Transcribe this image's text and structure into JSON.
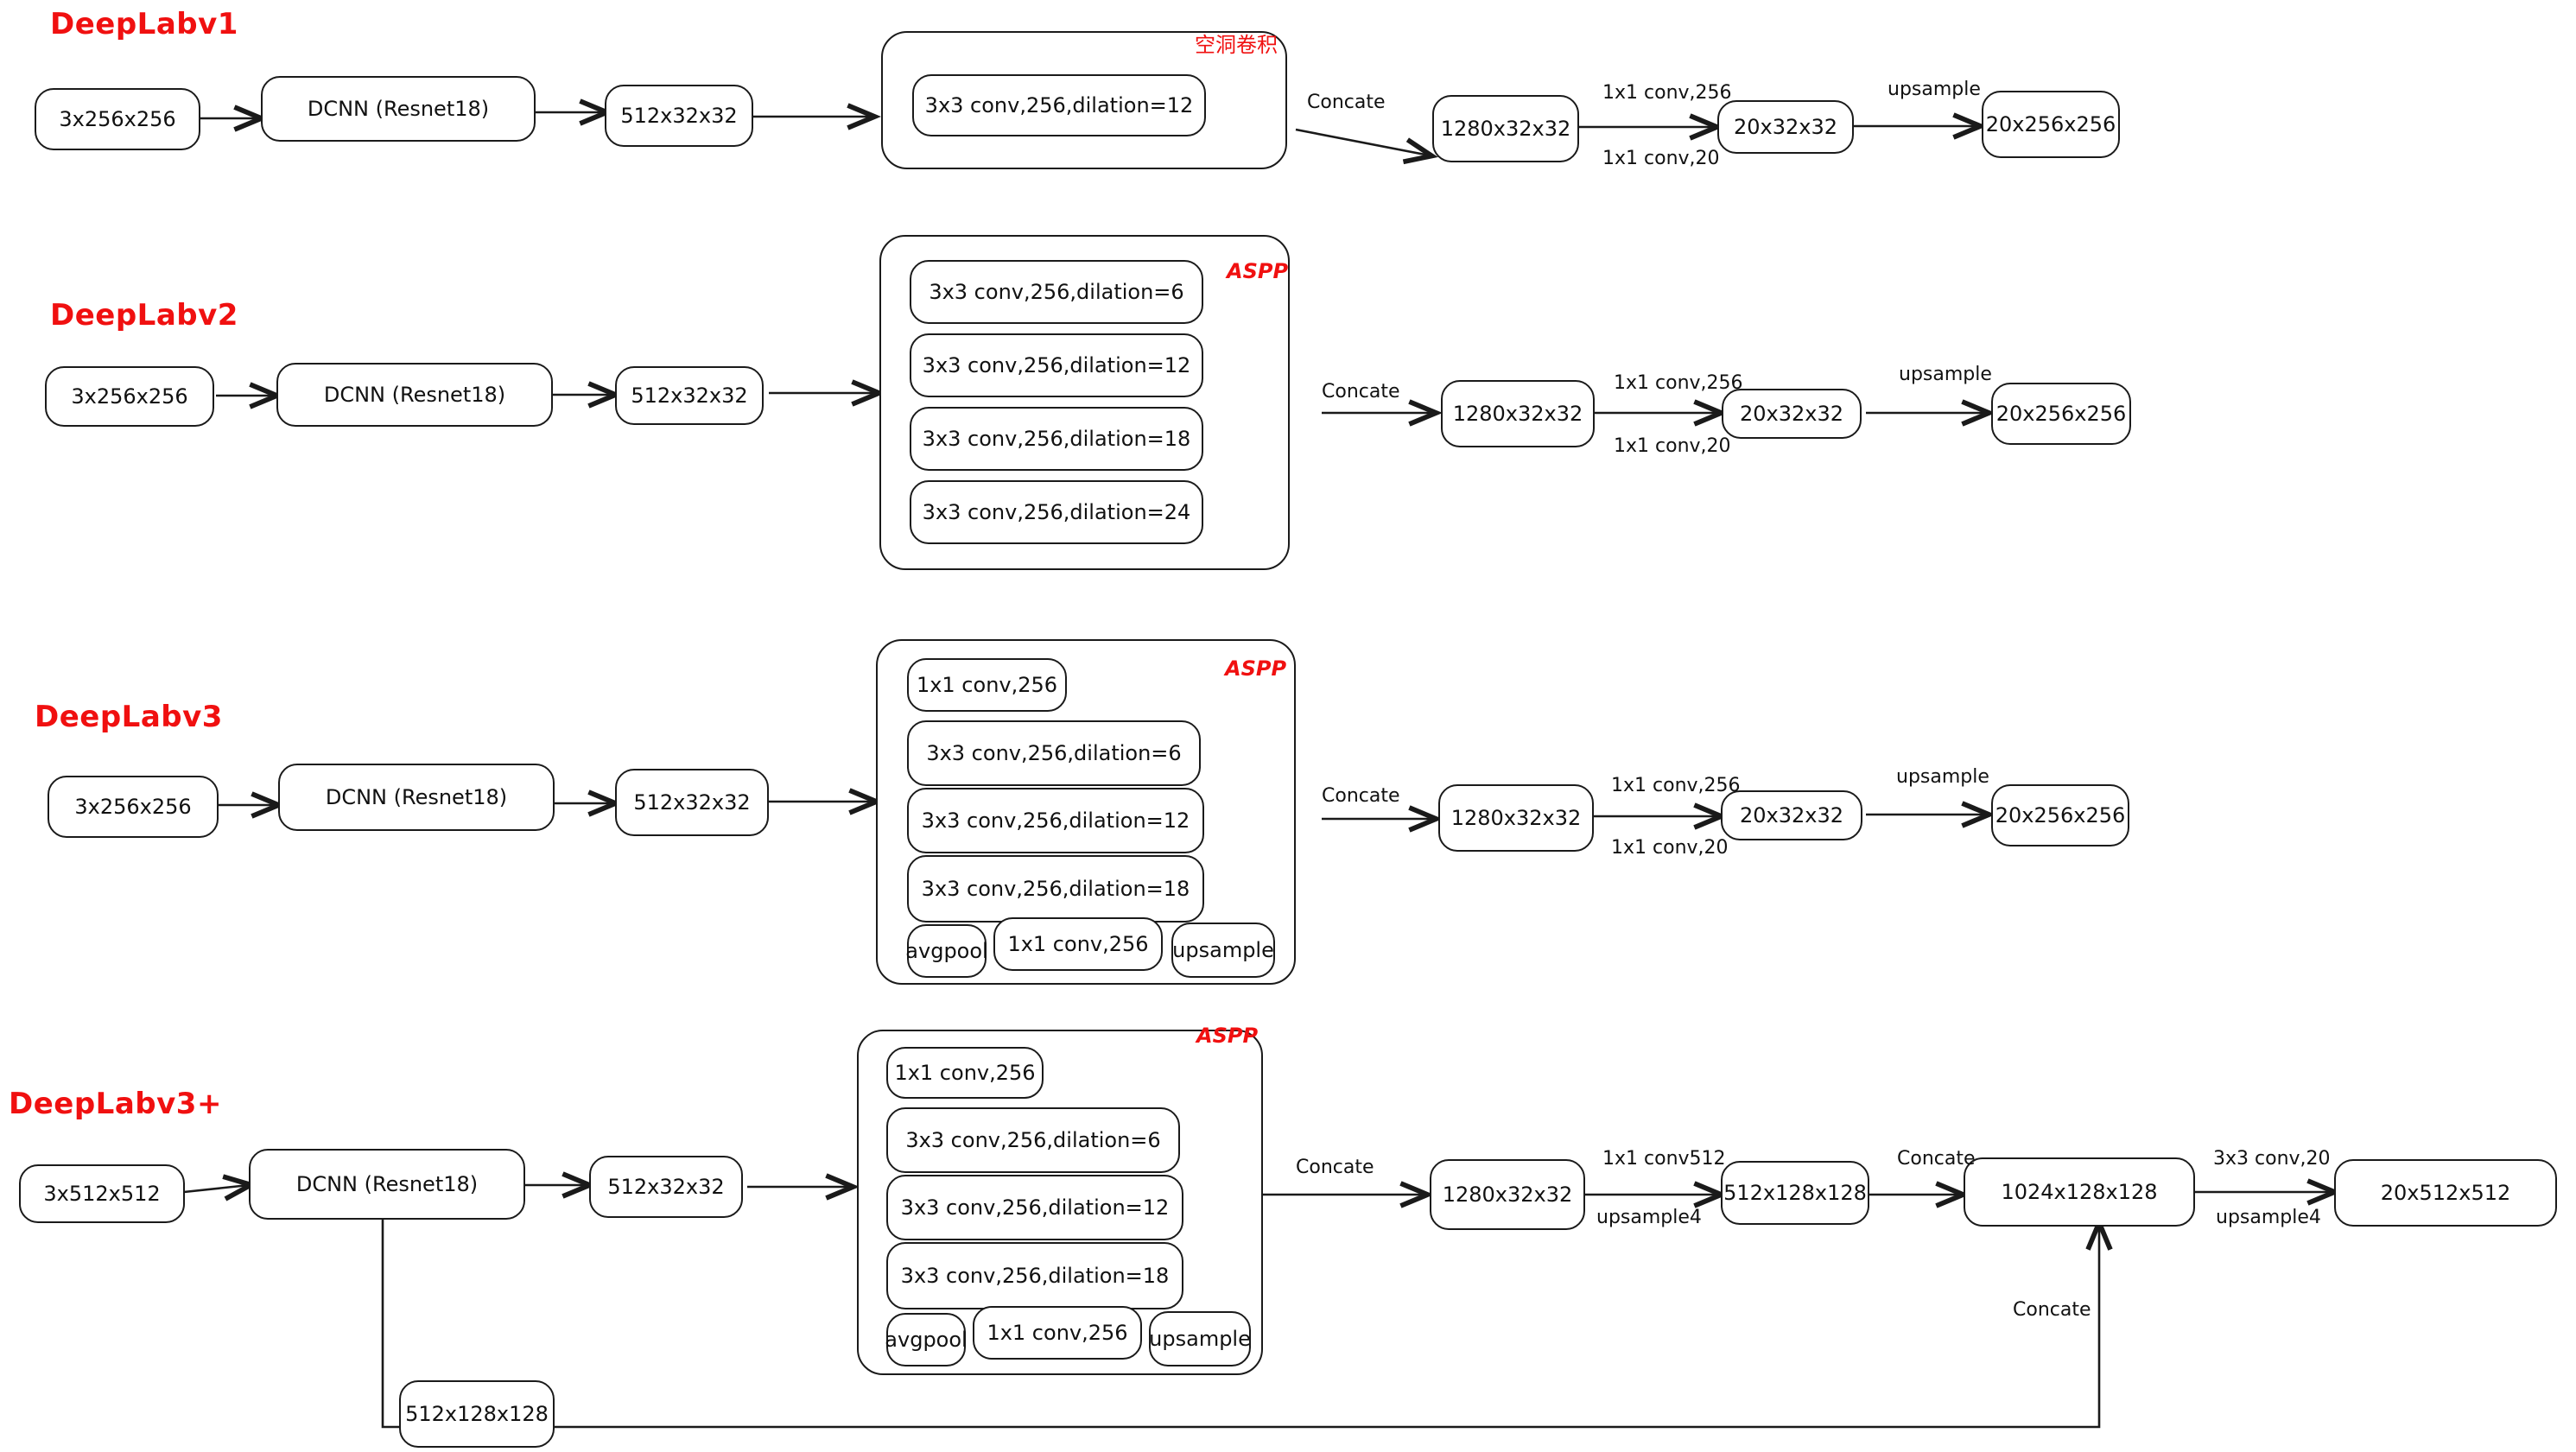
{
  "diagram": {
    "title": "DeepLab family architectures",
    "colors": {
      "red": "#f01010",
      "ink": "#1a1a1a",
      "background": "#ffffff"
    }
  },
  "rows": [
    {
      "id": "deeplabv1",
      "title": "DeepLabv1",
      "group_tag": "空洞卷积",
      "input": "3x256x256",
      "backbone": "DCNN (Resnet18)",
      "feature": "512x32x32",
      "branches": [
        "3x3 conv,256,dilation=12"
      ],
      "concat_label": "Concate",
      "concat_out": "1280x32x32",
      "head_top_label": "1x1 conv,256",
      "head_bottom_label": "1x1 conv,20",
      "logits": "20x32x32",
      "upsample_label": "upsample",
      "output": "20x256x256"
    },
    {
      "id": "deeplabv2",
      "title": "DeepLabv2",
      "group_tag": "ASPP",
      "input": "3x256x256",
      "backbone": "DCNN (Resnet18)",
      "feature": "512x32x32",
      "branches": [
        "3x3 conv,256,dilation=6",
        "3x3 conv,256,dilation=12",
        "3x3 conv,256,dilation=18",
        "3x3 conv,256,dilation=24"
      ],
      "concat_label": "Concate",
      "concat_out": "1280x32x32",
      "head_top_label": "1x1 conv,256",
      "head_bottom_label": "1x1 conv,20",
      "logits": "20x32x32",
      "upsample_label": "upsample",
      "output": "20x256x256"
    },
    {
      "id": "deeplabv3",
      "title": "DeepLabv3",
      "group_tag": "ASPP",
      "input": "3x256x256",
      "backbone": "DCNN (Resnet18)",
      "feature": "512x32x32",
      "branches": [
        "1x1 conv,256",
        "3x3 conv,256,dilation=6",
        "3x3 conv,256,dilation=12",
        "3x3 conv,256,dilation=18"
      ],
      "pool_branch": [
        "avgpool",
        "1x1 conv,256",
        "upsample"
      ],
      "concat_label": "Concate",
      "concat_out": "1280x32x32",
      "head_top_label": "1x1 conv,256",
      "head_bottom_label": "1x1 conv,20",
      "logits": "20x32x32",
      "upsample_label": "upsample",
      "output": "20x256x256"
    },
    {
      "id": "deeplabv3plus",
      "title": "DeepLabv3+",
      "group_tag": "ASPP",
      "input": "3x512x512",
      "backbone": "DCNN (Resnet18)",
      "feature": "512x32x32",
      "branches": [
        "1x1 conv,256",
        "3x3 conv,256,dilation=6",
        "3x3 conv,256,dilation=12",
        "3x3 conv,256,dilation=18"
      ],
      "pool_branch": [
        "avgpool",
        "1x1 conv,256",
        "upsample"
      ],
      "concat_label": "Concate",
      "concat_out": "1280x32x32",
      "decode_top_label": "1x1 conv512",
      "decode_bottom_label": "upsample4",
      "decoded": "512x128x128",
      "concat2_label": "Concate",
      "fused": "1024x128x128",
      "out_top_label": "3x3 conv,20",
      "out_bottom_label": "upsample4",
      "output": "20x512x512",
      "skip": "512x128x128",
      "skip_concat_label": "Concate"
    }
  ]
}
